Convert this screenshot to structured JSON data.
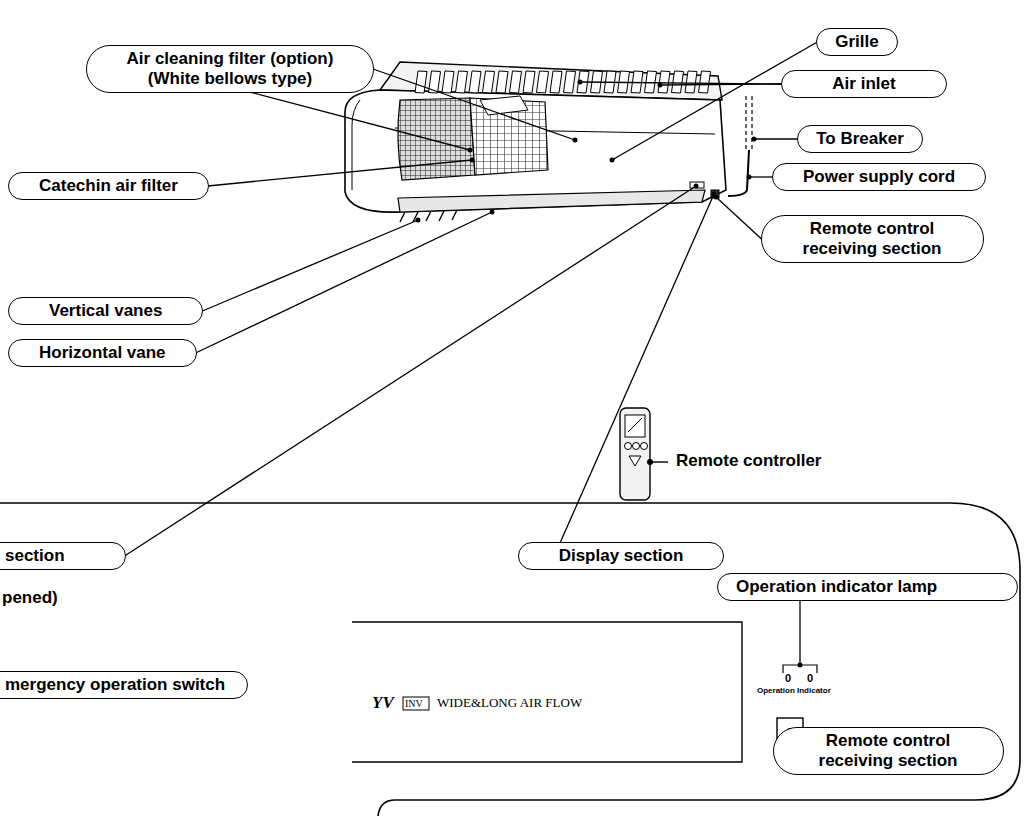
{
  "diagram": {
    "nodes": [
      {
        "text": [
          "Air cleaning filter (option) (White bellows type)"
        ]
      },
      {
        "text": [
          "Grille"
        ]
      },
      {
        "text": [
          "Air inlet"
        ]
      },
      {
        "text": [
          "To Breaker"
        ]
      },
      {
        "text": [
          "Catechin air filter"
        ]
      },
      {
        "text": [
          "Power supply cord"
        ]
      },
      {
        "text": [
          "Remote control receiving section"
        ]
      },
      {
        "text": [
          "Vertical vanes"
        ]
      },
      {
        "text": [
          "Horizontal vane"
        ]
      },
      {
        "text": [
          "section"
        ]
      },
      {
        "text": [
          "Display section"
        ]
      },
      {
        "text": [
          "Operation indicator lamp"
        ]
      },
      {
        "text": [
          "mergency operation switch"
        ]
      },
      {
        "text": [
          "Remote control receiving section"
        ]
      }
    ],
    "labels": [
      "Remote controller",
      "pened)",
      "YV",
      "INV",
      "WIDE&LONG AIR FLOW",
      "0",
      "0",
      "Operation Indicator"
    ]
  }
}
